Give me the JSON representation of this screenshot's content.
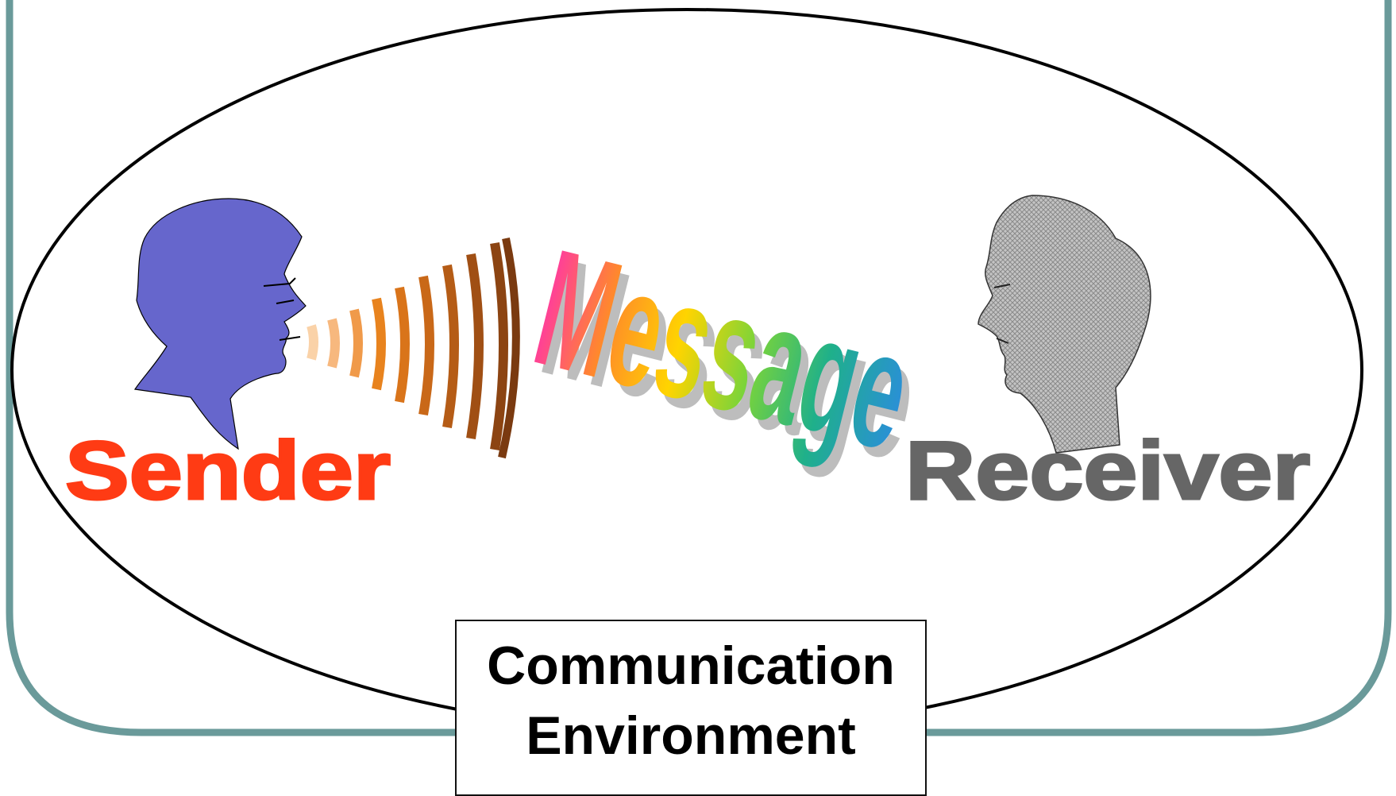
{
  "diagram": {
    "sender_label": "Sender",
    "message_label": "Message",
    "receiver_label": "Receiver",
    "environment_line1": "Communication",
    "environment_line2": "Environment"
  },
  "colors": {
    "frame": "#6a9a9a",
    "sender_head": "#6666cc",
    "sender_text": "#ff3b14",
    "receiver_head": "#b5b5b5",
    "receiver_text": "#666666",
    "waves_light": "#fad2a8",
    "waves_dark": "#7a3a10"
  },
  "icons": {
    "sender": "speaking-head-icon",
    "receiver": "listening-head-icon",
    "waves": "sound-waves-icon"
  }
}
